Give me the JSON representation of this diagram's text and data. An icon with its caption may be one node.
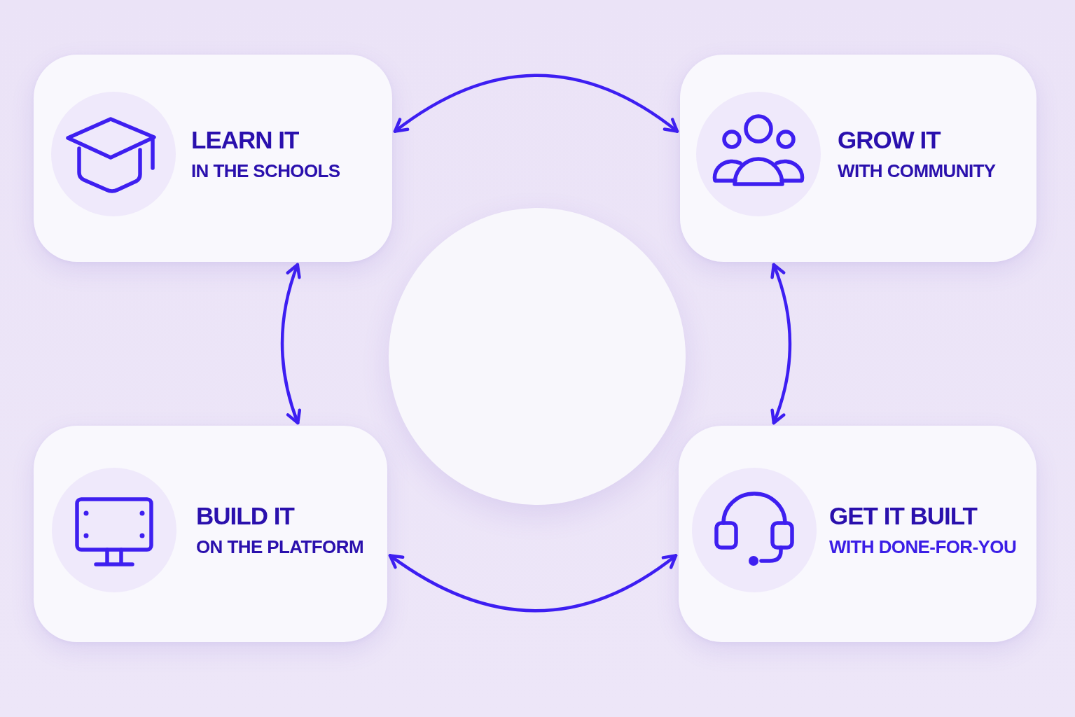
{
  "diagram": {
    "nodes": [
      {
        "text": [
          "LEARN IT",
          "IN THE SCHOOLS"
        ]
      },
      {
        "text": [
          "GROW IT",
          "WITH COMMUNITY"
        ]
      },
      {
        "text": [],
        "shape": "circle"
      },
      {
        "text": [
          "BUILD IT",
          "ON THE PLATFORM"
        ]
      },
      {
        "text": [
          "GET IT BUILT",
          "WITH DONE-FOR-YOU"
        ]
      }
    ],
    "edges": [
      {
        "from": 0,
        "to": 1,
        "arrow": "both"
      },
      {
        "from": 0,
        "to": 3,
        "arrow": "both"
      },
      {
        "from": 1,
        "to": 4,
        "arrow": "both"
      },
      {
        "from": 3,
        "to": 4,
        "arrow": "both"
      }
    ]
  }
}
